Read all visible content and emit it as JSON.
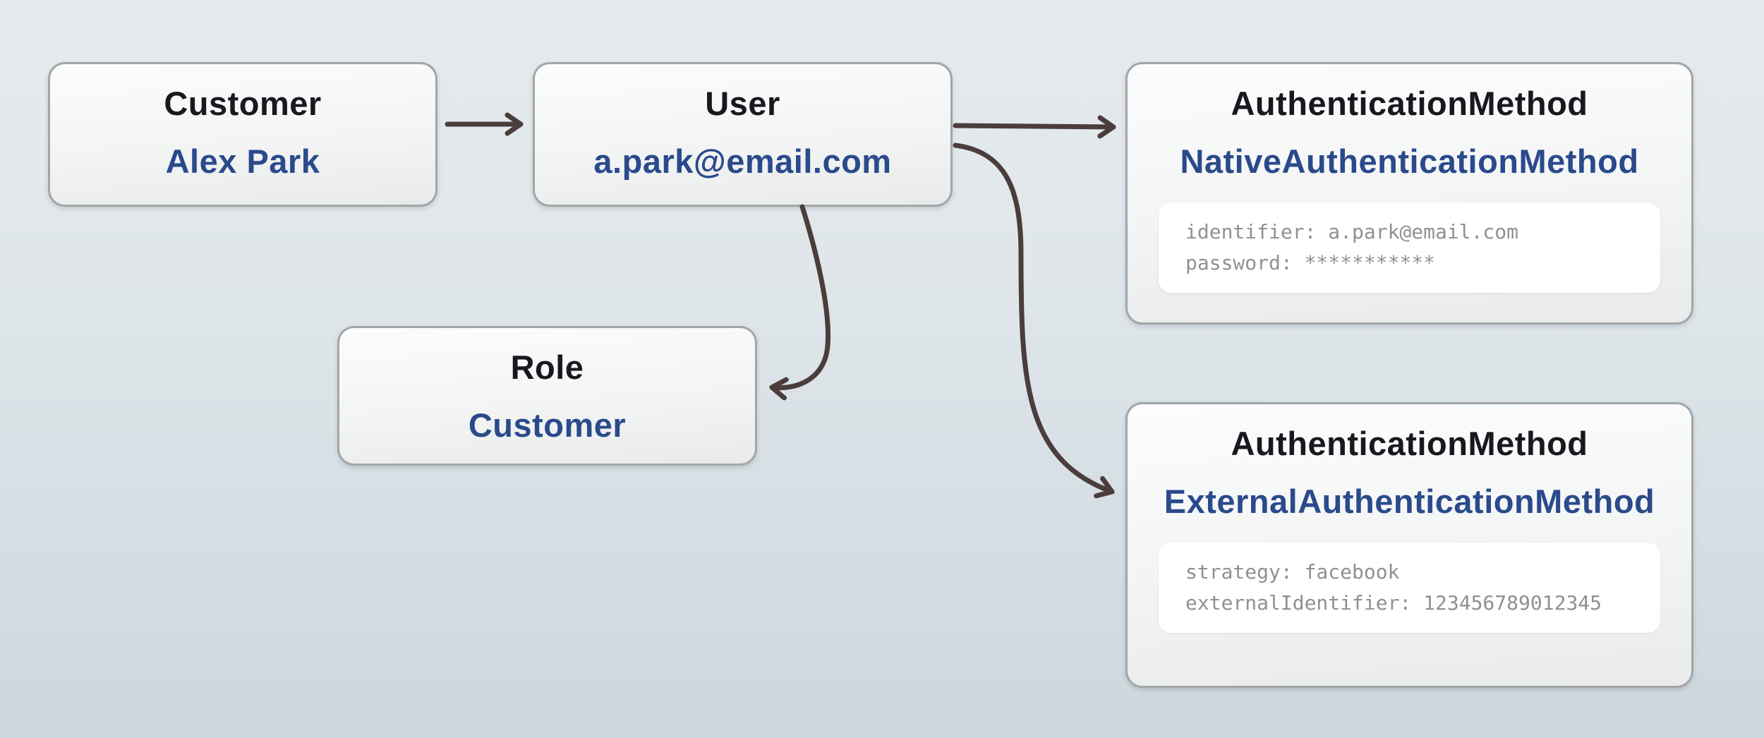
{
  "diagram": {
    "background_top_color": "#e6eaee",
    "background_bottom_color": "#ccd7dd",
    "box_border_color": "#a2a6a9",
    "title_color": "#17191f",
    "value_color": "#2a4a8c",
    "attribute_text_color": "#8d9196",
    "arrow_color": "#4a3d3c"
  },
  "nodes": [
    {
      "id": "customer",
      "title": "Customer",
      "value": "Alex Park"
    },
    {
      "id": "user",
      "title": "User",
      "value": "a.park@email.com"
    },
    {
      "id": "role",
      "title": "Role",
      "value": "Customer"
    },
    {
      "id": "native_auth",
      "title": "AuthenticationMethod",
      "value": "NativeAuthenticationMethod",
      "attributes": [
        "identifier: a.park@email.com",
        "password: ***********"
      ]
    },
    {
      "id": "external_auth",
      "title": "AuthenticationMethod",
      "value": "ExternalAuthenticationMethod",
      "attributes": [
        "strategy: facebook",
        "externalIdentifier: 123456789012345"
      ]
    }
  ],
  "edges": [
    {
      "from": "customer",
      "to": "user"
    },
    {
      "from": "user",
      "to": "native_auth"
    },
    {
      "from": "user",
      "to": "external_auth"
    },
    {
      "from": "user",
      "to": "role"
    }
  ]
}
